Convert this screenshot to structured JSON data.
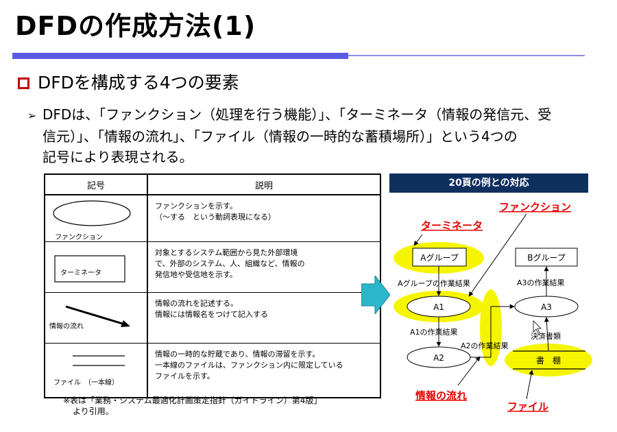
{
  "slide": {
    "title": "DFDの作成方法(1)",
    "heading": "DFDを構成する4つの要素",
    "bullet_mark": "➢",
    "bullet_lines": [
      "DFDは、「ファンクション（処理を行う機能）」、「ターミネータ（情報の発信元、受",
      "信元）」、「情報の流れ」、「ファイル（情報の一時的な蓄積場所）」という4つの",
      "記号により表現される。"
    ]
  },
  "table": {
    "header_symbol": "記号",
    "header_desc": "説明",
    "rows": [
      {
        "symbol_label": "ファンクション",
        "desc": [
          "ファンクションを示す。",
          "（～する　という動詞表現になる）"
        ]
      },
      {
        "symbol_label": "ターミネータ",
        "desc": [
          "対象とするシステム範囲から見た外部環境",
          "で、外部のシステム、人、組織など、情報の",
          "発信地や受信地を示す。"
        ]
      },
      {
        "symbol_label": "情報の流れ",
        "desc": [
          "情報の流れを記述する。",
          "情報には情報名をつけて記入する"
        ]
      },
      {
        "symbol_label": "ファイル　（一本線）",
        "desc": [
          "情報の一時的な貯蔵であり、情報の滞留を示す。",
          "一本線のファイルは、ファンクション内に限定している",
          "ファイルを示す。"
        ]
      }
    ]
  },
  "note": {
    "line1": "※表は「業務・システム最適化計画策定指針（ガイドライン）第4版」",
    "line2": "より引用。"
  },
  "diagram": {
    "header": "20頁の例との対応",
    "callouts": {
      "function": "ファンクション",
      "terminator": "ターミネータ",
      "flow": "情報の流れ",
      "file": "ファイル"
    },
    "nodes": {
      "groupA": "Aグループ",
      "groupB": "Bグループ",
      "a1": "A1",
      "a2": "A2",
      "a3": "A3",
      "shelf": "書　棚"
    },
    "flows": {
      "groupA_result": "Aグループの作業結果",
      "a1_result": "A1の作業結果",
      "a2_result": "A2の作業結果",
      "a3_result": "A3の作業結果",
      "approval_docs": "決済書類"
    }
  },
  "colors": {
    "title_rule": "#5b5be6",
    "heading_box": "#c00000",
    "diagram_header_bg": "#0f2f5f",
    "highlight": "#f5f500",
    "callout": "#e60000",
    "arrow_fill": "#2bb7c9"
  }
}
